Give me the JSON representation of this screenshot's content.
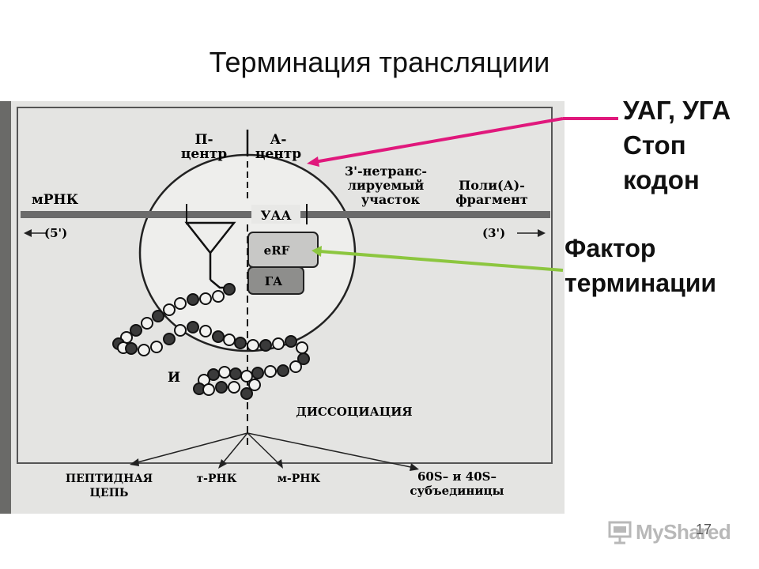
{
  "slide": {
    "title": "Терминация трансляциии",
    "page_number": "17",
    "logo_text": "MyShared"
  },
  "callouts": {
    "stop_codon": [
      "УАГ, УГА",
      "Стоп",
      "кодон"
    ],
    "factor": [
      "Фактор",
      "терминации"
    ]
  },
  "colors": {
    "magenta_arrow": "#e0187c",
    "green_arrow": "#8cc63f"
  },
  "diagram": {
    "p_site": [
      "П-",
      "центр"
    ],
    "a_site": [
      "А-",
      "центр"
    ],
    "utr": [
      "3'-нетранс-",
      "лируемый",
      "участок"
    ],
    "polya": [
      "Поли(А)-",
      "фрагмент"
    ],
    "mrna": "мРНК",
    "five_prime": "(5')",
    "three_prime": "(3')",
    "codon": "УАА",
    "erf": "eRF",
    "ga": "ГА",
    "and": "И",
    "dissociation": "ДИССОЦИАЦИЯ",
    "products": {
      "peptide": [
        "ПЕПТИДНАЯ",
        "ЦЕПЬ"
      ],
      "trna": "т-РНК",
      "mrna": "м-РНК",
      "subunits": [
        "60S– и 40S–",
        "субъединицы"
      ]
    }
  }
}
